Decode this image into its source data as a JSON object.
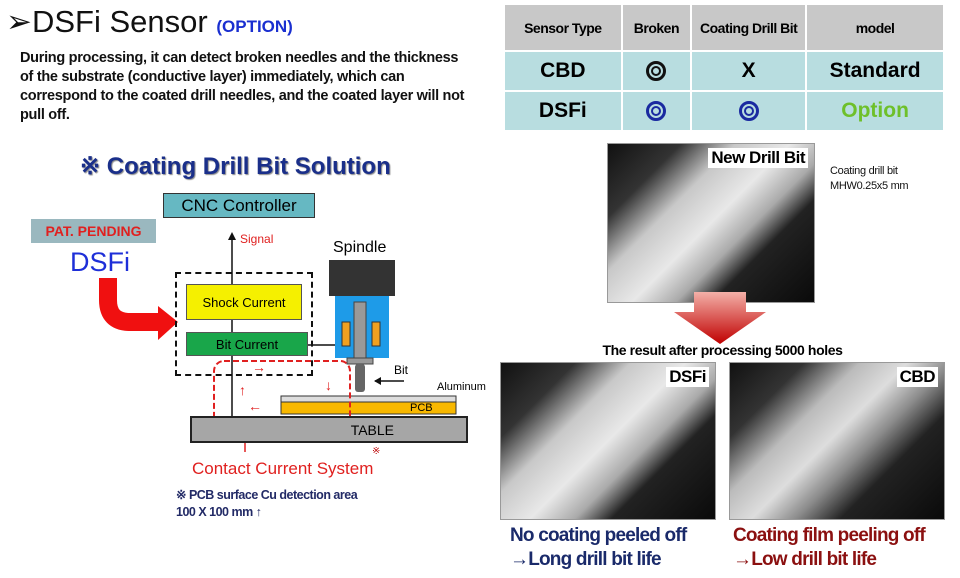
{
  "title": {
    "bullet": "➢",
    "main": "DSFi Sensor",
    "option": "(OPTION)"
  },
  "description": "During processing, it can detect broken needles and the thickness of the substrate (conductive layer) immediately, which can correspond to the coated drill needles, and the coated layer will not pull off.",
  "solution_heading": "※ Coating  Drill  Bit Solution",
  "diagram": {
    "cnc": "CNC Controller",
    "pat": "PAT. PENDING",
    "dsfi": "DSFi",
    "signal": "Signal",
    "spindle": "Spindle",
    "shock": "Shock Current",
    "bit_current": "Bit Current",
    "bit": "Bit",
    "aluminum": "Aluminum",
    "pcb": "PCB",
    "table": "TABLE",
    "mark": "※",
    "contact": "Contact Current System",
    "note1": "※ PCB surface Cu detection area",
    "note2": "100 X 100 mm ↑"
  },
  "comparison": {
    "headers": [
      "Sensor Type",
      "Broken",
      "Coating Drill Bit",
      "model"
    ],
    "rows": [
      {
        "type": "CBD",
        "broken": "◎",
        "coating": "X",
        "model": "Standard"
      },
      {
        "type": "DSFi",
        "broken": "◎",
        "coating": "◎",
        "model": "Option"
      }
    ]
  },
  "new_drill": {
    "label": "New Drill  Bit",
    "spec1": "Coating drill bit",
    "spec2": "MHW0.25x5 mm"
  },
  "result_heading": "The result after processing 5000 holes",
  "results": [
    {
      "label": "DSFi",
      "cap1": "No coating peeled off",
      "cap2": "→Long drill bit life",
      "color": "#1a2a6a"
    },
    {
      "label": "CBD",
      "cap1": "Coating film peeling off",
      "cap2": "→Low drill bit life",
      "color": "#8b1010"
    }
  ]
}
